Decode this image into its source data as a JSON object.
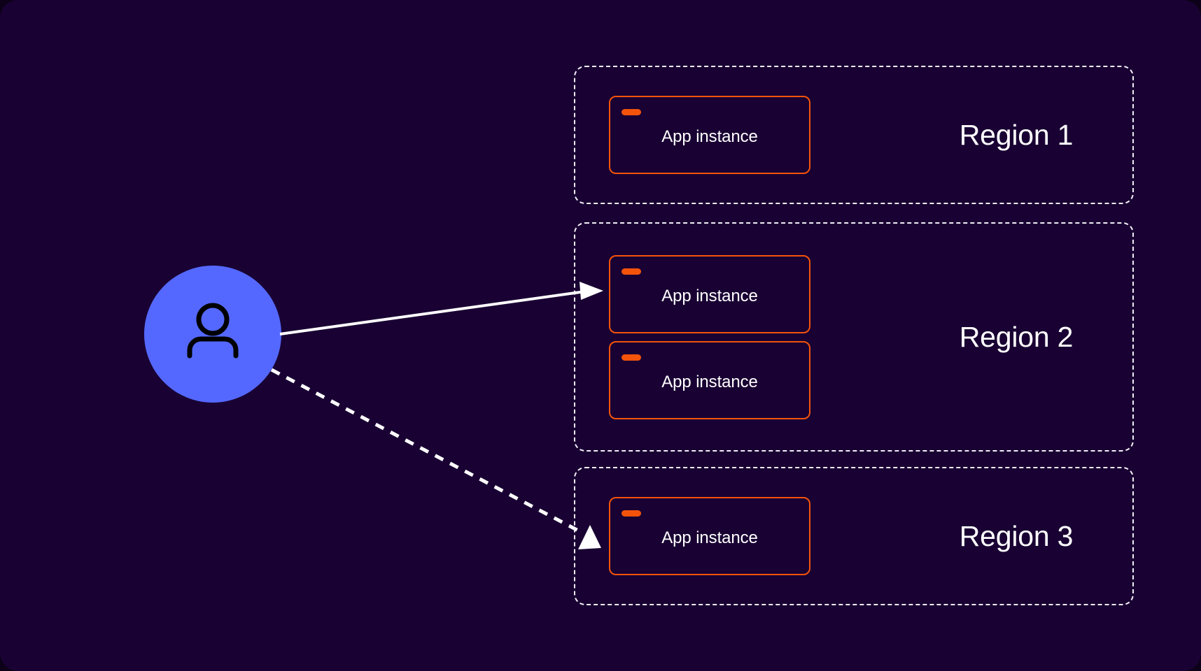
{
  "canvas": {
    "background_color": "#190233",
    "accent_orange": "#F4530B",
    "avatar_blue": "#5468FF",
    "line_color": "#FFFFFF"
  },
  "avatar": {
    "icon": "user-icon",
    "label": ""
  },
  "card_label": "App instance",
  "regions": [
    {
      "label": "Region 1",
      "instances": [
        {
          "label": "App instance"
        }
      ]
    },
    {
      "label": "Region 2",
      "instances": [
        {
          "label": "App instance"
        },
        {
          "label": "App instance"
        }
      ]
    },
    {
      "label": "Region 3",
      "instances": [
        {
          "label": "App instance"
        }
      ]
    }
  ],
  "connections": [
    {
      "name": "solid-arrow-to-region-2",
      "style": "solid",
      "from": "avatar",
      "to": "region-2-instance-1"
    },
    {
      "name": "dashed-arrow-to-region-3",
      "style": "dashed",
      "from": "avatar",
      "to": "region-3-instance-1"
    }
  ]
}
